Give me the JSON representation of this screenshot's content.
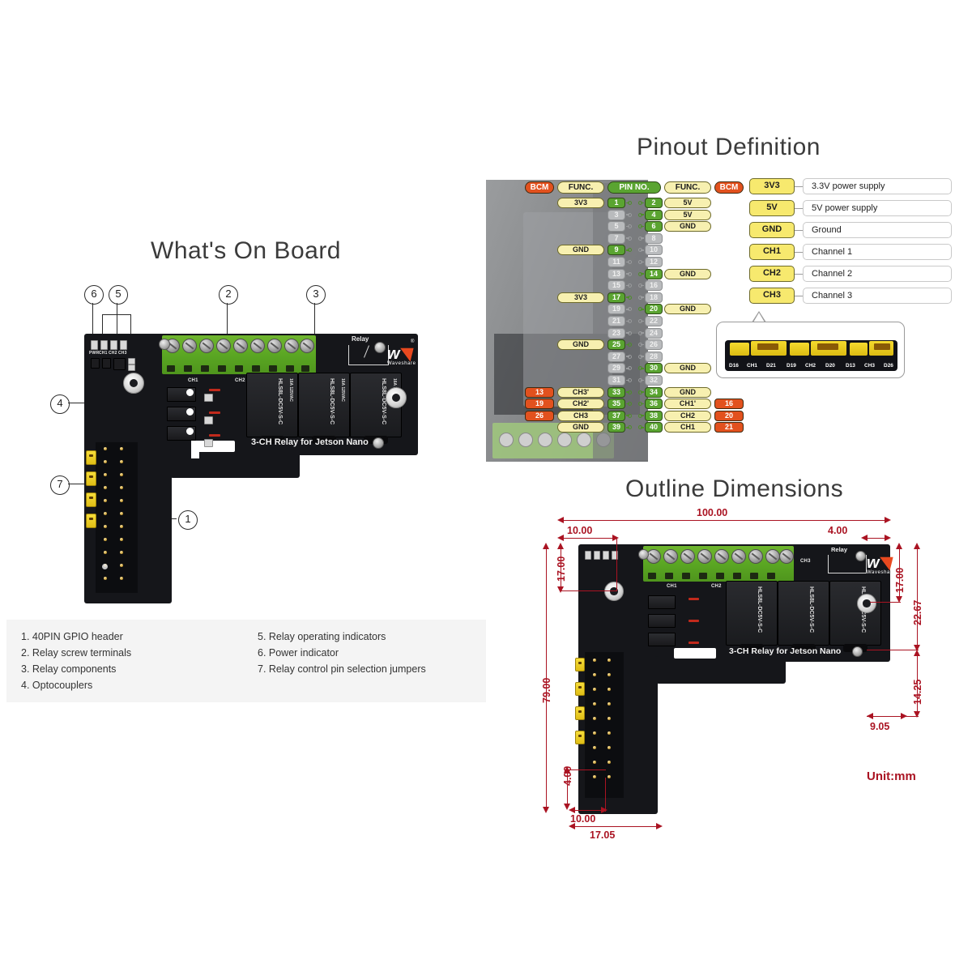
{
  "sections": {
    "whats_on_board": "What's On Board",
    "pinout": "Pinout Definition",
    "outline": "Outline Dimensions"
  },
  "board": {
    "silk_title": "3-CH Relay for Jetson Nano",
    "relay_label": "Relay",
    "brand": "Waveshare",
    "relay_part": "HLS8L-DC5V-S-C",
    "relay_rating_1": "16A 125VAC",
    "relay_rating_2": "7A 250VAC",
    "relay_rating_3": "10A 250V~",
    "relay_rating_4": "10A 30V=",
    "led_labels": [
      "PWR",
      "CH1",
      "CH2",
      "CH3"
    ],
    "terminal_labels": [
      "CH1",
      "CH2",
      "CH3"
    ],
    "jumper_labels": [
      "D16",
      "CH1",
      "D21",
      "D19",
      "CH2",
      "D20",
      "D13",
      "CH3",
      "D26"
    ]
  },
  "callouts": [
    {
      "n": "1"
    },
    {
      "n": "2"
    },
    {
      "n": "3"
    },
    {
      "n": "4"
    },
    {
      "n": "5"
    },
    {
      "n": "6"
    },
    {
      "n": "7"
    }
  ],
  "captions": {
    "left": [
      "1. 40PIN GPIO header",
      "2. Relay screw terminals",
      "3. Relay components",
      "4. Optocouplers"
    ],
    "right": [
      "5. Relay operating indicators",
      "6. Power indicator",
      "7. Relay control pin selection jumpers"
    ]
  },
  "pinout_table": {
    "headers": [
      "BCM",
      "FUNC.",
      "PIN NO.",
      "FUNC.",
      "BCM"
    ],
    "rows": [
      {
        "lbcm": "",
        "lfunc": "3V3",
        "lpin": "1",
        "lactive": true,
        "rpin": "2",
        "rfunc": "5V",
        "rbcm": "",
        "ractive": true
      },
      {
        "lbcm": "",
        "lfunc": "",
        "lpin": "3",
        "lactive": false,
        "rpin": "4",
        "rfunc": "5V",
        "rbcm": "",
        "ractive": true
      },
      {
        "lbcm": "",
        "lfunc": "",
        "lpin": "5",
        "lactive": false,
        "rpin": "6",
        "rfunc": "GND",
        "rbcm": "",
        "ractive": true
      },
      {
        "lbcm": "",
        "lfunc": "",
        "lpin": "7",
        "lactive": false,
        "rpin": "8",
        "rfunc": "",
        "rbcm": "",
        "ractive": false
      },
      {
        "lbcm": "",
        "lfunc": "GND",
        "lpin": "9",
        "lactive": true,
        "rpin": "10",
        "rfunc": "",
        "rbcm": "",
        "ractive": false
      },
      {
        "lbcm": "",
        "lfunc": "",
        "lpin": "11",
        "lactive": false,
        "rpin": "12",
        "rfunc": "",
        "rbcm": "",
        "ractive": false
      },
      {
        "lbcm": "",
        "lfunc": "",
        "lpin": "13",
        "lactive": false,
        "rpin": "14",
        "rfunc": "GND",
        "rbcm": "",
        "ractive": true
      },
      {
        "lbcm": "",
        "lfunc": "",
        "lpin": "15",
        "lactive": false,
        "rpin": "16",
        "rfunc": "",
        "rbcm": "",
        "ractive": false
      },
      {
        "lbcm": "",
        "lfunc": "3V3",
        "lpin": "17",
        "lactive": true,
        "rpin": "18",
        "rfunc": "",
        "rbcm": "",
        "ractive": false
      },
      {
        "lbcm": "",
        "lfunc": "",
        "lpin": "19",
        "lactive": false,
        "rpin": "20",
        "rfunc": "GND",
        "rbcm": "",
        "ractive": true
      },
      {
        "lbcm": "",
        "lfunc": "",
        "lpin": "21",
        "lactive": false,
        "rpin": "22",
        "rfunc": "",
        "rbcm": "",
        "ractive": false
      },
      {
        "lbcm": "",
        "lfunc": "",
        "lpin": "23",
        "lactive": false,
        "rpin": "24",
        "rfunc": "",
        "rbcm": "",
        "ractive": false
      },
      {
        "lbcm": "",
        "lfunc": "GND",
        "lpin": "25",
        "lactive": true,
        "rpin": "26",
        "rfunc": "",
        "rbcm": "",
        "ractive": false
      },
      {
        "lbcm": "",
        "lfunc": "",
        "lpin": "27",
        "lactive": false,
        "rpin": "28",
        "rfunc": "",
        "rbcm": "",
        "ractive": false
      },
      {
        "lbcm": "",
        "lfunc": "",
        "lpin": "29",
        "lactive": false,
        "rpin": "30",
        "rfunc": "GND",
        "rbcm": "",
        "ractive": true
      },
      {
        "lbcm": "",
        "lfunc": "",
        "lpin": "31",
        "lactive": false,
        "rpin": "32",
        "rfunc": "",
        "rbcm": "",
        "ractive": false
      },
      {
        "lbcm": "13",
        "lfunc": "CH3'",
        "lpin": "33",
        "lactive": true,
        "rpin": "34",
        "rfunc": "GND",
        "rbcm": "",
        "ractive": true
      },
      {
        "lbcm": "19",
        "lfunc": "CH2'",
        "lpin": "35",
        "lactive": true,
        "rpin": "36",
        "rfunc": "CH1'",
        "rbcm": "16",
        "ractive": true
      },
      {
        "lbcm": "26",
        "lfunc": "CH3",
        "lpin": "37",
        "lactive": true,
        "rpin": "38",
        "rfunc": "CH2",
        "rbcm": "20",
        "ractive": true
      },
      {
        "lbcm": "",
        "lfunc": "GND",
        "lpin": "39",
        "lactive": true,
        "rpin": "40",
        "rfunc": "CH1",
        "rbcm": "21",
        "ractive": true
      }
    ]
  },
  "legend": [
    {
      "key": "3V3",
      "value": "3.3V power supply"
    },
    {
      "key": "5V",
      "value": "5V power supply"
    },
    {
      "key": "GND",
      "value": "Ground"
    },
    {
      "key": "CH1",
      "value": "Channel 1"
    },
    {
      "key": "CH2",
      "value": "Channel 2"
    },
    {
      "key": "CH3",
      "value": "Channel 3"
    }
  ],
  "dimensions": {
    "width_total": "100.00",
    "left_offset": "10.00",
    "right_offset": "4.00",
    "top_left_height": "17.00",
    "right_height_17": "17.00",
    "right_height_2267": "22.67",
    "right_height_1425": "14.25",
    "bottom_right_905": "9.05",
    "height_total": "79.00",
    "bottom_4": "4.00",
    "bottom_10": "10.00",
    "bottom_1705": "17.05",
    "unit": "Unit:mm"
  },
  "colors": {
    "accent_orange": "#e2511e",
    "accent_yellow": "#f7e96e",
    "accent_green": "#5aa431",
    "dim_red": "#aa1322",
    "pcb_black": "#15161a",
    "terminal_green": "#59a522"
  }
}
